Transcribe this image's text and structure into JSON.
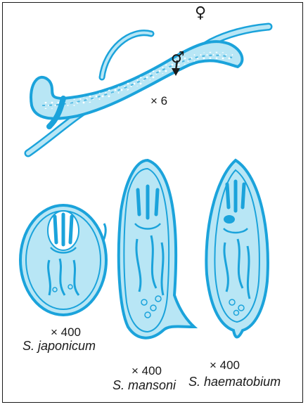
{
  "figure": {
    "adult_pair": {
      "magnification": "× 6",
      "female_symbol": "♀",
      "male_symbol": "♂"
    },
    "eggs": [
      {
        "magnification": "× 400",
        "species": "S. japonicum"
      },
      {
        "magnification": "× 400",
        "species": "S. mansoni"
      },
      {
        "magnification": "× 400",
        "species": "S. haematobium"
      }
    ]
  },
  "colors": {
    "fill": "#b8e6f5",
    "stroke": "#1ba3db",
    "ink": "#1a1a1a"
  }
}
